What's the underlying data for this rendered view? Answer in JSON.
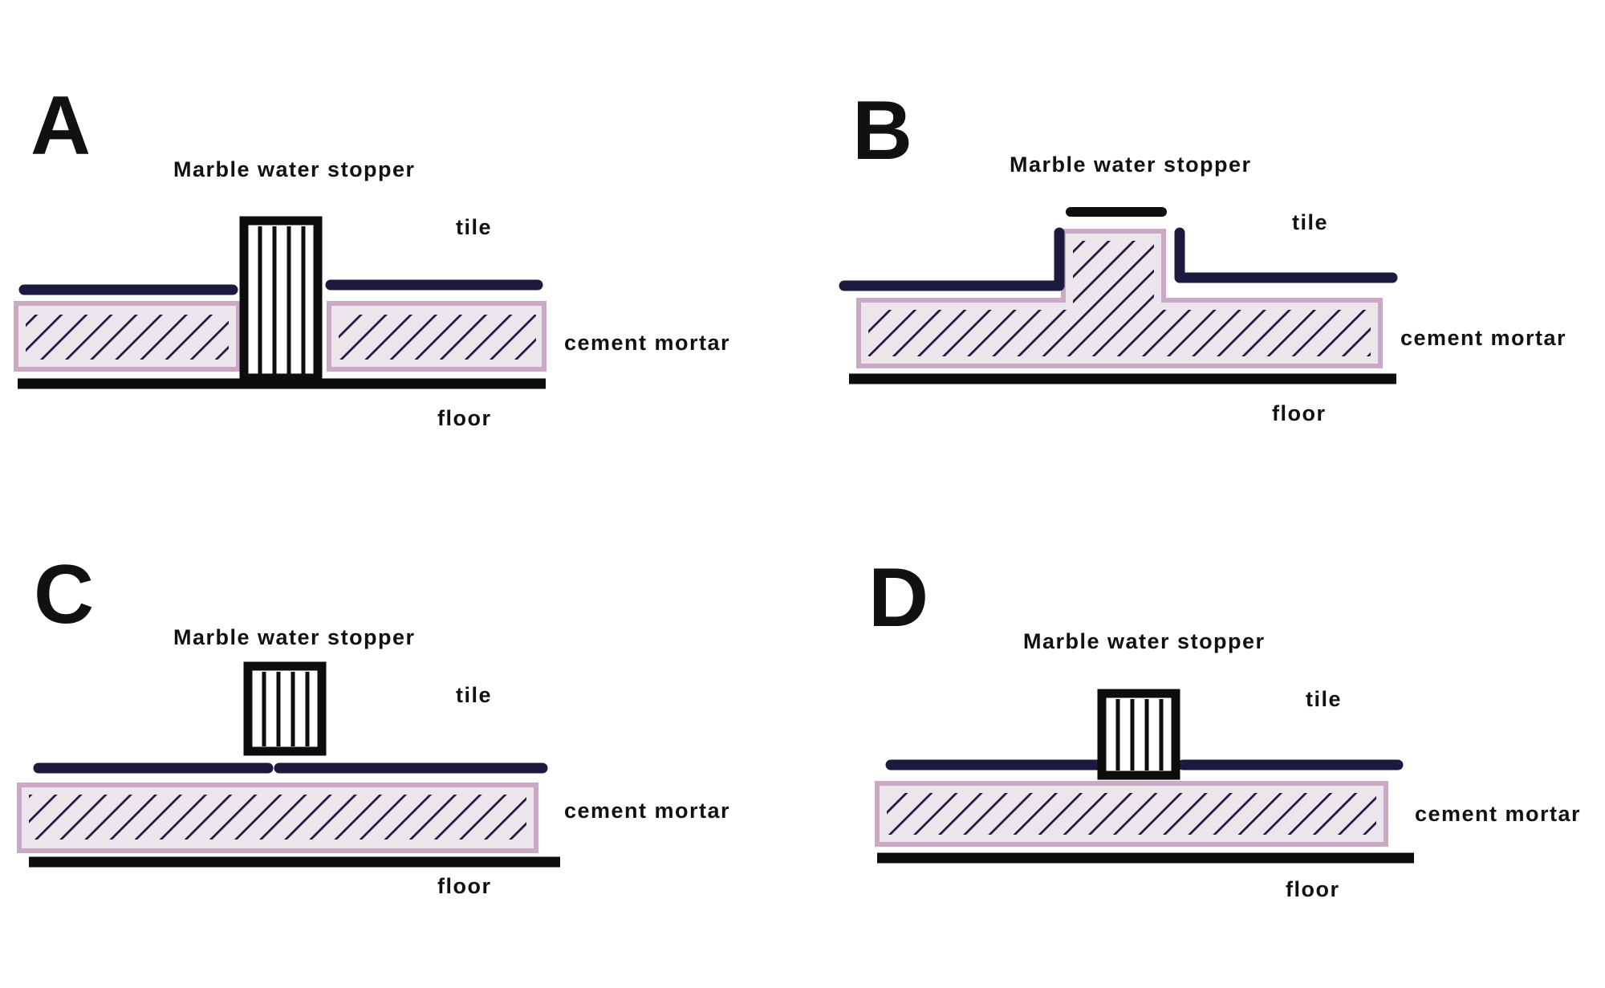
{
  "colors": {
    "tile": "#1c1a3e",
    "floor": "#0d0d0d",
    "mortar_fill": "#ece6ec",
    "mortar_edge": "#c9a9c4",
    "hatch": "#1c1a3e",
    "stopper": "#0d0d0d"
  },
  "panels": [
    {
      "letter": "A",
      "stopper_label": "Marble water stopper",
      "tile_label": "tile",
      "mortar_label": "cement mortar",
      "floor_label": "floor"
    },
    {
      "letter": "B",
      "stopper_label": "Marble water stopper",
      "tile_label": "tile",
      "mortar_label": "cement mortar",
      "floor_label": "floor"
    },
    {
      "letter": "C",
      "stopper_label": "Marble water stopper",
      "tile_label": "tile",
      "mortar_label": "cement mortar",
      "floor_label": "floor"
    },
    {
      "letter": "D",
      "stopper_label": "Marble water stopper",
      "tile_label": "tile",
      "mortar_label": "cement mortar",
      "floor_label": "floor"
    }
  ]
}
